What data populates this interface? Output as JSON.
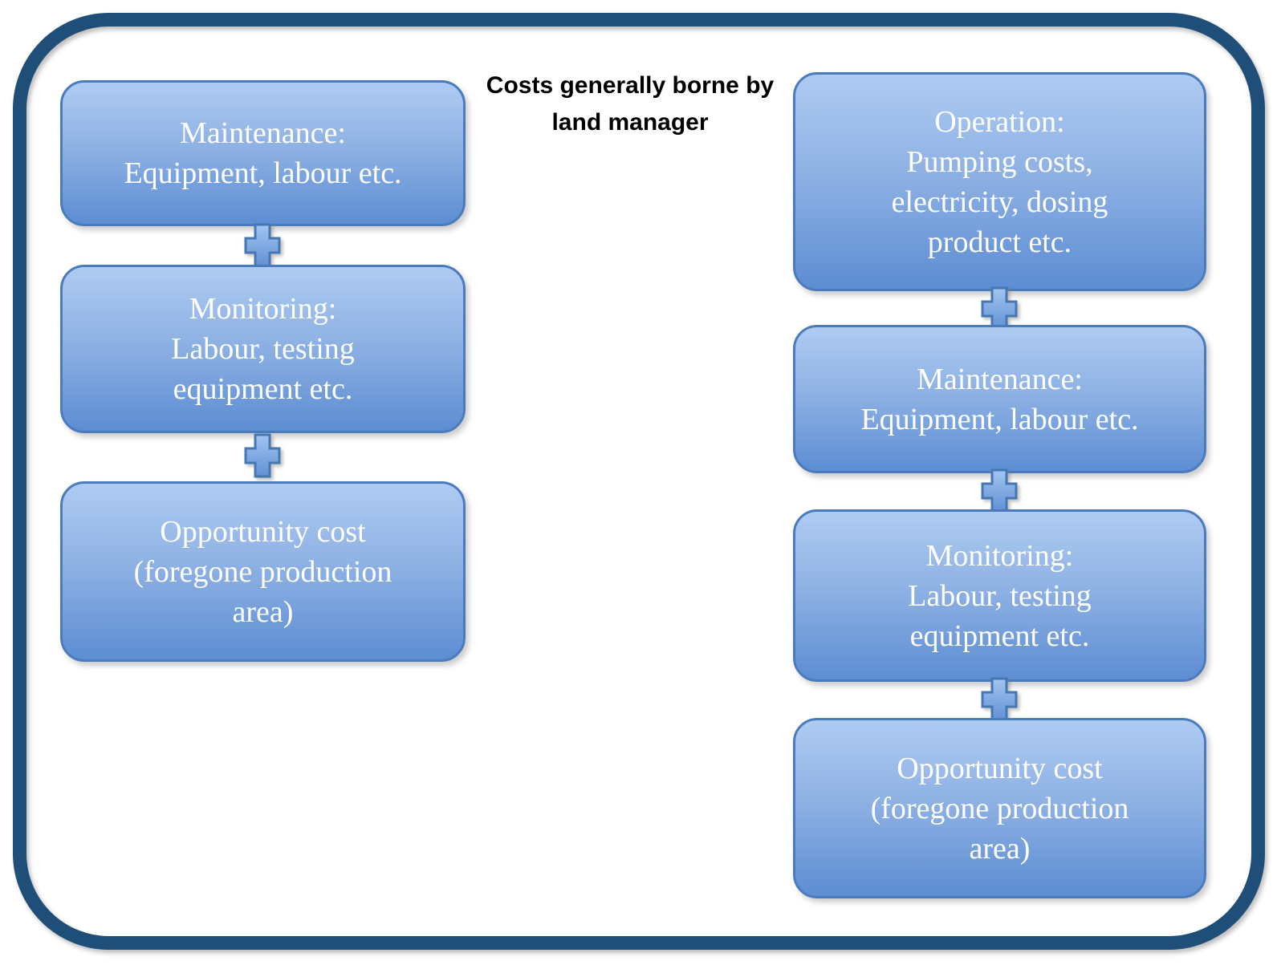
{
  "title": "Costs generally borne by\nland manager",
  "left_column": {
    "boxes": [
      {
        "label": "Maintenance:\nEquipment, labour etc."
      },
      {
        "label": "Monitoring:\nLabour, testing\nequipment etc."
      },
      {
        "label": "Opportunity cost\n(foregone production\narea)"
      }
    ]
  },
  "right_column": {
    "boxes": [
      {
        "label": "Operation:\nPumping costs,\nelectricity, dosing\nproduct etc."
      },
      {
        "label": "Maintenance:\nEquipment, labour etc."
      },
      {
        "label": "Monitoring:\nLabour, testing\nequipment etc."
      },
      {
        "label": "Opportunity cost\n(foregone production\narea)"
      }
    ]
  },
  "connector_icon": "plus",
  "colors": {
    "outer_border": "#1F4E79",
    "box_border": "#4A7BBD",
    "box_gradient_top": "#AECBF2",
    "box_gradient_bottom": "#5D8DD3",
    "box_text": "#FFFFFF",
    "plus_border": "#4577B3",
    "plus_gradient_top": "#A3C4F0",
    "plus_gradient_bottom": "#6090D5",
    "title_text": "#000000"
  }
}
